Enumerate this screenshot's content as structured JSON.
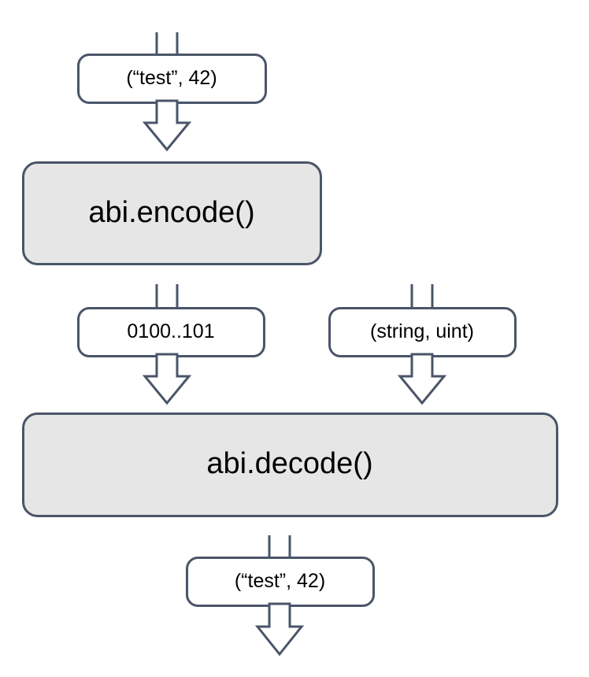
{
  "diagram": {
    "type": "flowchart",
    "title": "abi.encode / abi.decode data flow",
    "orientation": "top-to-bottom",
    "colors": {
      "stroke": "#4a5568",
      "process_fill": "#e6e6e6",
      "data_fill": "#ffffff",
      "text": "#000000",
      "background": "#ffffff"
    },
    "nodes": [
      {
        "id": "input-tuple",
        "shape": "rounded-rect",
        "label": "(“test”, 42)",
        "role": "data"
      },
      {
        "id": "abi-encode",
        "shape": "rounded-rect",
        "label": "abi.encode()",
        "role": "process"
      },
      {
        "id": "encoded-bytes",
        "shape": "rounded-rect",
        "label": "0100..101",
        "role": "data"
      },
      {
        "id": "type-signature",
        "shape": "rounded-rect",
        "label": "(string, uint)",
        "role": "data"
      },
      {
        "id": "abi-decode",
        "shape": "rounded-rect",
        "label": "abi.decode()",
        "role": "process"
      },
      {
        "id": "output-tuple",
        "shape": "rounded-rect",
        "label": "(“test”, 42)",
        "role": "data"
      }
    ],
    "edges": [
      {
        "id": "edge-in-to-input",
        "from": "external-input",
        "to": "input-tuple",
        "style": "stub"
      },
      {
        "id": "edge-input-to-encode",
        "from": "input-tuple",
        "to": "abi-encode",
        "style": "block-arrow"
      },
      {
        "id": "edge-encode-to-bytes",
        "from": "abi-encode",
        "to": "encoded-bytes",
        "style": "stub"
      },
      {
        "id": "edge-bytes-to-decode",
        "from": "encoded-bytes",
        "to": "abi-decode",
        "style": "block-arrow"
      },
      {
        "id": "edge-types-in",
        "from": "external-input",
        "to": "type-signature",
        "style": "stub"
      },
      {
        "id": "edge-types-to-decode",
        "from": "type-signature",
        "to": "abi-decode",
        "style": "block-arrow"
      },
      {
        "id": "edge-decode-to-output",
        "from": "abi-decode",
        "to": "output-tuple",
        "style": "stub"
      },
      {
        "id": "edge-output-out",
        "from": "output-tuple",
        "to": "external-output",
        "style": "block-arrow"
      }
    ]
  }
}
